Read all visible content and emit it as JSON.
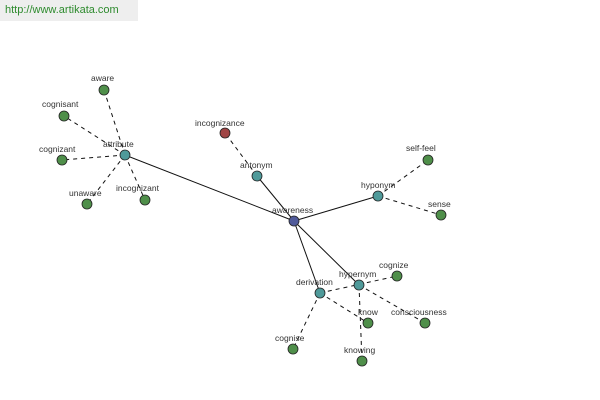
{
  "header": {
    "url": "http://www.artikata.com"
  },
  "colors": {
    "root": "#505a9a",
    "relation": "#4f9a9a",
    "leaf": "#4f8f4a",
    "antonym_word": "#a04545"
  },
  "graph": {
    "nodes": [
      {
        "id": "awareness",
        "label": "awareness",
        "kind": "root"
      },
      {
        "id": "attribute",
        "label": "attribute",
        "kind": "relation"
      },
      {
        "id": "antonym",
        "label": "antonym",
        "kind": "relation"
      },
      {
        "id": "hyponym",
        "label": "hyponym",
        "kind": "relation"
      },
      {
        "id": "derivation",
        "label": "derivation",
        "kind": "relation"
      },
      {
        "id": "hypernym",
        "label": "hypernym",
        "kind": "relation"
      },
      {
        "id": "aware",
        "label": "aware",
        "kind": "leaf"
      },
      {
        "id": "cognisant",
        "label": "cognisant",
        "kind": "leaf"
      },
      {
        "id": "cognizant",
        "label": "cognizant",
        "kind": "leaf"
      },
      {
        "id": "unaware",
        "label": "unaware",
        "kind": "leaf"
      },
      {
        "id": "incognizant",
        "label": "incognizant",
        "kind": "leaf"
      },
      {
        "id": "incognizance",
        "label": "incognizance",
        "kind": "antonym_word"
      },
      {
        "id": "self-feel",
        "label": "self-feel",
        "kind": "leaf"
      },
      {
        "id": "sense",
        "label": "sense",
        "kind": "leaf"
      },
      {
        "id": "cognize",
        "label": "cognize",
        "kind": "leaf"
      },
      {
        "id": "consciousness",
        "label": "consciousness",
        "kind": "leaf"
      },
      {
        "id": "know",
        "label": "know",
        "kind": "leaf"
      },
      {
        "id": "knowing",
        "label": "knowing",
        "kind": "leaf"
      },
      {
        "id": "cognise",
        "label": "cognise",
        "kind": "leaf"
      }
    ],
    "edges": [
      {
        "from": "awareness",
        "to": "attribute",
        "style": "solid"
      },
      {
        "from": "awareness",
        "to": "antonym",
        "style": "solid"
      },
      {
        "from": "awareness",
        "to": "hyponym",
        "style": "solid"
      },
      {
        "from": "awareness",
        "to": "derivation",
        "style": "solid"
      },
      {
        "from": "awareness",
        "to": "hypernym",
        "style": "solid"
      },
      {
        "from": "attribute",
        "to": "aware",
        "style": "dashed"
      },
      {
        "from": "attribute",
        "to": "cognisant",
        "style": "dashed"
      },
      {
        "from": "attribute",
        "to": "cognizant",
        "style": "dashed"
      },
      {
        "from": "attribute",
        "to": "unaware",
        "style": "dashed"
      },
      {
        "from": "attribute",
        "to": "incognizant",
        "style": "dashed"
      },
      {
        "from": "antonym",
        "to": "incognizance",
        "style": "dashed"
      },
      {
        "from": "hyponym",
        "to": "self-feel",
        "style": "dashed"
      },
      {
        "from": "hyponym",
        "to": "sense",
        "style": "dashed"
      },
      {
        "from": "derivation",
        "to": "cognize",
        "style": "dashed"
      },
      {
        "from": "derivation",
        "to": "know",
        "style": "dashed"
      },
      {
        "from": "derivation",
        "to": "cognise",
        "style": "dashed"
      },
      {
        "from": "hypernym",
        "to": "consciousness",
        "style": "dashed"
      },
      {
        "from": "hypernym",
        "to": "knowing",
        "style": "dashed"
      }
    ]
  }
}
